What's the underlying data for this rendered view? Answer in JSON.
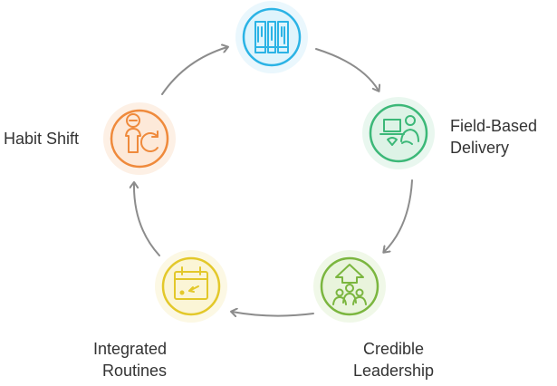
{
  "diagram": {
    "type": "cycle",
    "steps": [
      {
        "id": "top",
        "icon": "stacked-books-icon",
        "label_lines": [],
        "color": "#2bb3e5",
        "fill": "#dff4fc"
      },
      {
        "id": "field",
        "icon": "laptop-person-icon",
        "label_lines": [
          "Field-Based",
          "Delivery"
        ],
        "color": "#3cb878",
        "fill": "#ddf3e6"
      },
      {
        "id": "credible",
        "icon": "leadership-group-icon",
        "label_lines": [
          "Credible",
          "Leadership"
        ],
        "color": "#7bb63f",
        "fill": "#e9f4dc"
      },
      {
        "id": "integrated",
        "icon": "calendar-icon",
        "label_lines": [
          "Integrated",
          "Routines"
        ],
        "color": "#e3c82a",
        "fill": "#fbf5d6"
      },
      {
        "id": "habit",
        "icon": "person-cycle-icon",
        "label_lines": [
          "Habit Shift"
        ],
        "color": "#ef8a3c",
        "fill": "#fde9d9"
      }
    ],
    "arrow_color": "#8c8c8c",
    "text_color": "#333333"
  }
}
